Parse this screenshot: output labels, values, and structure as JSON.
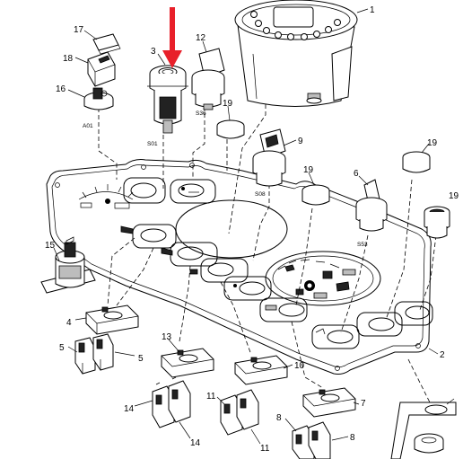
{
  "callouts": {
    "c1": "1",
    "c2": "2",
    "c3": "3",
    "c4": "4",
    "c5a": "5",
    "c5b": "5",
    "c6": "6",
    "c7": "7",
    "c8a": "8",
    "c8b": "8",
    "c9": "9",
    "c10": "10",
    "c11a": "11",
    "c11b": "11",
    "c12": "12",
    "c13": "13",
    "c14a": "14",
    "c14b": "14",
    "c15": "15",
    "c16": "16",
    "c17": "17",
    "c18": "18",
    "c19a": "19",
    "c19b": "19",
    "c19c": "19",
    "c19d": "19"
  },
  "codes": {
    "a01": "A01",
    "s01": "S01",
    "s36": "S36",
    "s08": "S08",
    "s53": "S53"
  },
  "colors": {
    "arrow": "#e8202a",
    "line": "#000000",
    "fill": "#ffffff"
  }
}
